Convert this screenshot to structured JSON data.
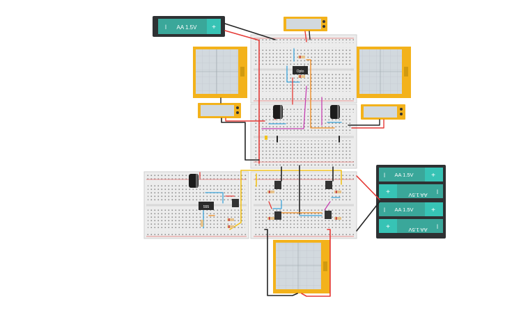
{
  "batteries": {
    "single": {
      "label": "AA 1.5V",
      "minus": "I",
      "plus": "+"
    },
    "pack": [
      {
        "label": "AA 1.5V",
        "minus": "I",
        "plus": "+",
        "flipped": false
      },
      {
        "label": "AA 1.5V",
        "minus": "I",
        "plus": "+",
        "flipped": true
      },
      {
        "label": "AA 1.5V",
        "minus": "I",
        "plus": "+",
        "flipped": false
      },
      {
        "label": "AA 1.5V",
        "minus": "I",
        "plus": "+",
        "flipped": true
      }
    ]
  },
  "colors": {
    "battery_body": "#2e3133",
    "battery_cell": "#3aa79a",
    "battery_plus": "#37c3b5",
    "instrument_frame": "#f3b21b",
    "screen": "#d2d9de",
    "breadboard": "#ececec",
    "wire_red": "#e53935",
    "wire_black": "#222222",
    "wire_yellow": "#f2c21a",
    "wire_blue": "#3aa3d9",
    "wire_magenta": "#c63fb1",
    "wire_orange": "#f08a1c"
  },
  "chips": {
    "optocoupler": "Opto",
    "timer": "555"
  }
}
